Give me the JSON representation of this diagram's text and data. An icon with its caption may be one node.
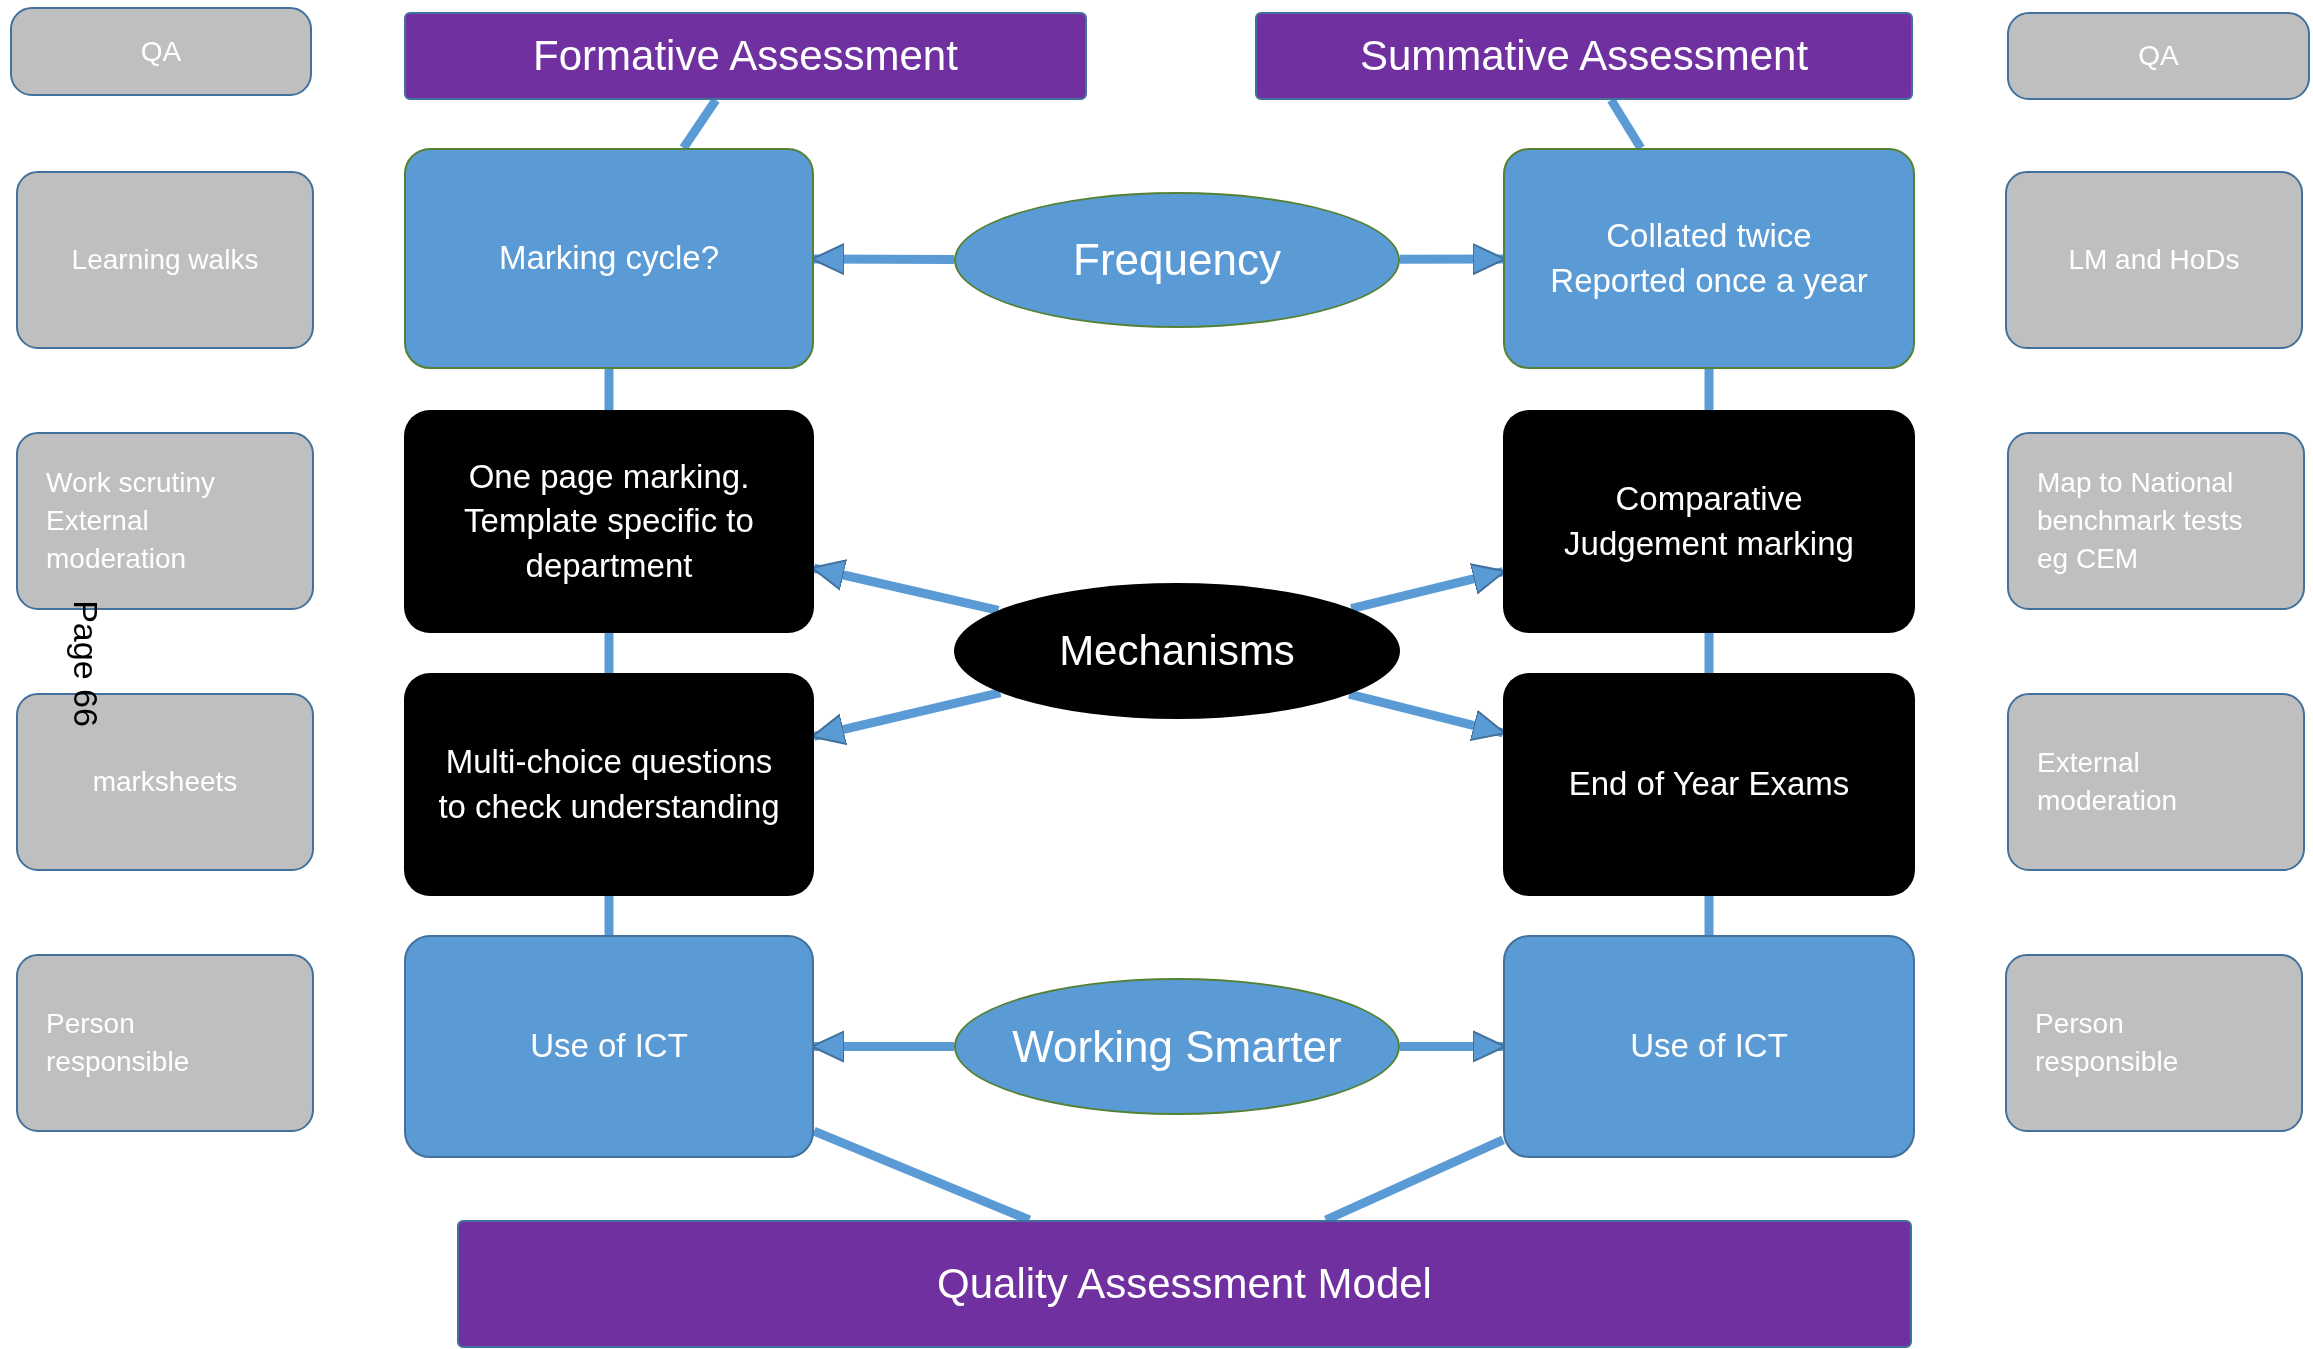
{
  "diagram": {
    "nodes": [
      {
        "text": [
          "QA"
        ]
      },
      {
        "text": [
          "Formative Assessment"
        ]
      },
      {
        "text": [
          "Summative Assessment"
        ]
      },
      {
        "text": [
          "QA"
        ]
      },
      {
        "text": [
          "Learning walks"
        ]
      },
      {
        "text": [
          "Marking cycle?"
        ]
      },
      {
        "text": [
          "Frequency"
        ]
      },
      {
        "text": [
          "Collated twice",
          "Reported once a year"
        ]
      },
      {
        "text": [
          "LM and HoDs"
        ]
      },
      {
        "text": [
          "Work scrutiny",
          "External moderation"
        ]
      },
      {
        "text": [
          "One page marking. Template specific to department"
        ]
      },
      {
        "text": [
          "Comparative Judgement marking"
        ]
      },
      {
        "text": [
          "Map to National benchmark tests eg CEM"
        ]
      },
      {
        "text": [
          "Mechanisms"
        ]
      },
      {
        "text": [
          "marksheets"
        ]
      },
      {
        "text": [
          "Multi-choice questions to check understanding"
        ]
      },
      {
        "text": [
          "End of Year Exams"
        ]
      },
      {
        "text": [
          "External moderation"
        ]
      },
      {
        "text": [
          "Person responsible"
        ]
      },
      {
        "text": [
          "Use of ICT"
        ]
      },
      {
        "text": [
          "Working Smarter"
        ]
      },
      {
        "text": [
          "Use of ICT"
        ]
      },
      {
        "text": [
          "Person responsible"
        ]
      },
      {
        "text": [
          "Quality Assessment Model"
        ]
      }
    ],
    "edges": [
      {
        "from": 1,
        "to": 5,
        "arrow": "none"
      },
      {
        "from": 2,
        "to": 7,
        "arrow": "none"
      },
      {
        "from": 6,
        "to": 5,
        "arrow": "to"
      },
      {
        "from": 6,
        "to": 7,
        "arrow": "to"
      },
      {
        "from": 5,
        "to": 10,
        "arrow": "none"
      },
      {
        "from": 7,
        "to": 11,
        "arrow": "none"
      },
      {
        "from": 13,
        "to": 10,
        "arrow": "to"
      },
      {
        "from": 13,
        "to": 11,
        "arrow": "to"
      },
      {
        "from": 13,
        "to": 15,
        "arrow": "to"
      },
      {
        "from": 13,
        "to": 16,
        "arrow": "to"
      },
      {
        "from": 10,
        "to": 15,
        "arrow": "none"
      },
      {
        "from": 11,
        "to": 16,
        "arrow": "none"
      },
      {
        "from": 15,
        "to": 19,
        "arrow": "none"
      },
      {
        "from": 16,
        "to": 21,
        "arrow": "none"
      },
      {
        "from": 20,
        "to": 19,
        "arrow": "to"
      },
      {
        "from": 20,
        "to": 21,
        "arrow": "to"
      },
      {
        "from": 19,
        "to": 23,
        "arrow": "none"
      },
      {
        "from": 21,
        "to": 23,
        "arrow": "none"
      }
    ],
    "labels": [
      "Page 66"
    ]
  }
}
